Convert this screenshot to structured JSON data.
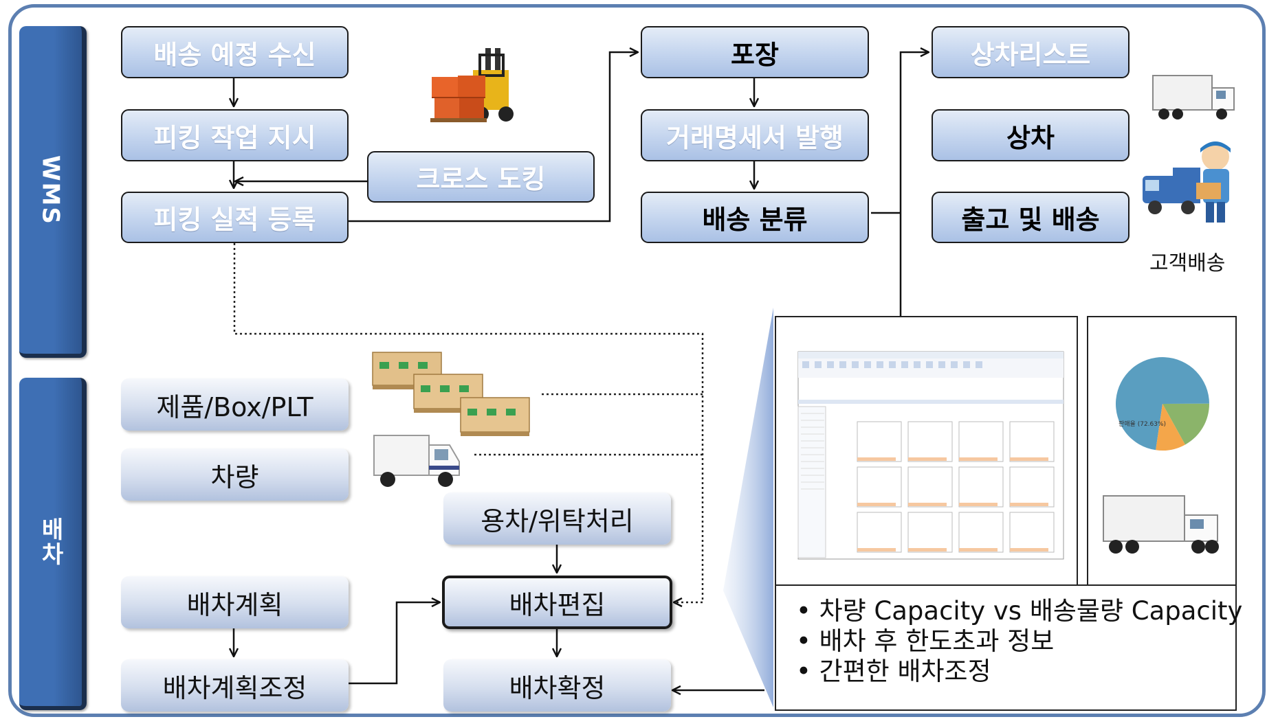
{
  "sections": {
    "wms_label": "WMS",
    "dispatch_label": "배차"
  },
  "wms_nodes": {
    "delivery_schedule": "배송 예정 수신",
    "picking_order": "피킹 작업 지시",
    "cross_docking": "크로스 도킹",
    "picking_result": "피킹 실적 등록",
    "packing": "포장",
    "invoice": "거래명세서 발행",
    "delivery_sort": "배송 분류",
    "loading_list": "상차리스트",
    "loading": "상차",
    "shipping": "출고 및 배송"
  },
  "customer_caption": "고객배송",
  "dispatch_nodes": {
    "product": "제품/Box/PLT",
    "vehicle": "차량",
    "charter": "용차/위탁처리",
    "plan": "배차계획",
    "edit": "배차편집",
    "plan_adjust": "배차계획조정",
    "confirm": "배차확정"
  },
  "features": [
    "• 차량 Capacity vs 배송물량 Capacity",
    "• 배차 후 한도초과 정보",
    "• 간편한 배차조정"
  ],
  "pie_chart": {
    "label": "판매율 (72.63%)",
    "slices": [
      {
        "value": 72.63,
        "color": "#5a9ec0"
      },
      {
        "value": 17.0,
        "color": "#8bb46a"
      },
      {
        "value": 10.37,
        "color": "#f4a64a"
      }
    ]
  },
  "colors": {
    "frame": "#5c7fb1",
    "side_bar": "#3e6fb4",
    "node_fill": "#c3d4ee"
  }
}
